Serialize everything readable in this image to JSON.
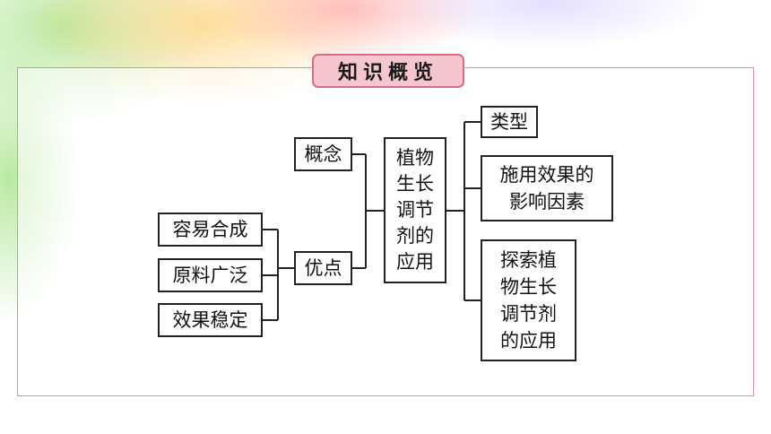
{
  "title": "知识概览",
  "nodes": {
    "center": "植物\n生长\n调节\n剂的\n应用",
    "concept": "概念",
    "advantage": "优点",
    "adv_1": "容易合成",
    "adv_2": "原料广泛",
    "adv_3": "效果稳定",
    "type": "类型",
    "factors": "施用效果的\n影响因素",
    "explore": "探索植\n物生长\n调节剂\n的应用"
  },
  "colors": {
    "frame": "#e48da0",
    "badge_fill": "#f6c6cf",
    "badge_border": "#d96b84"
  }
}
